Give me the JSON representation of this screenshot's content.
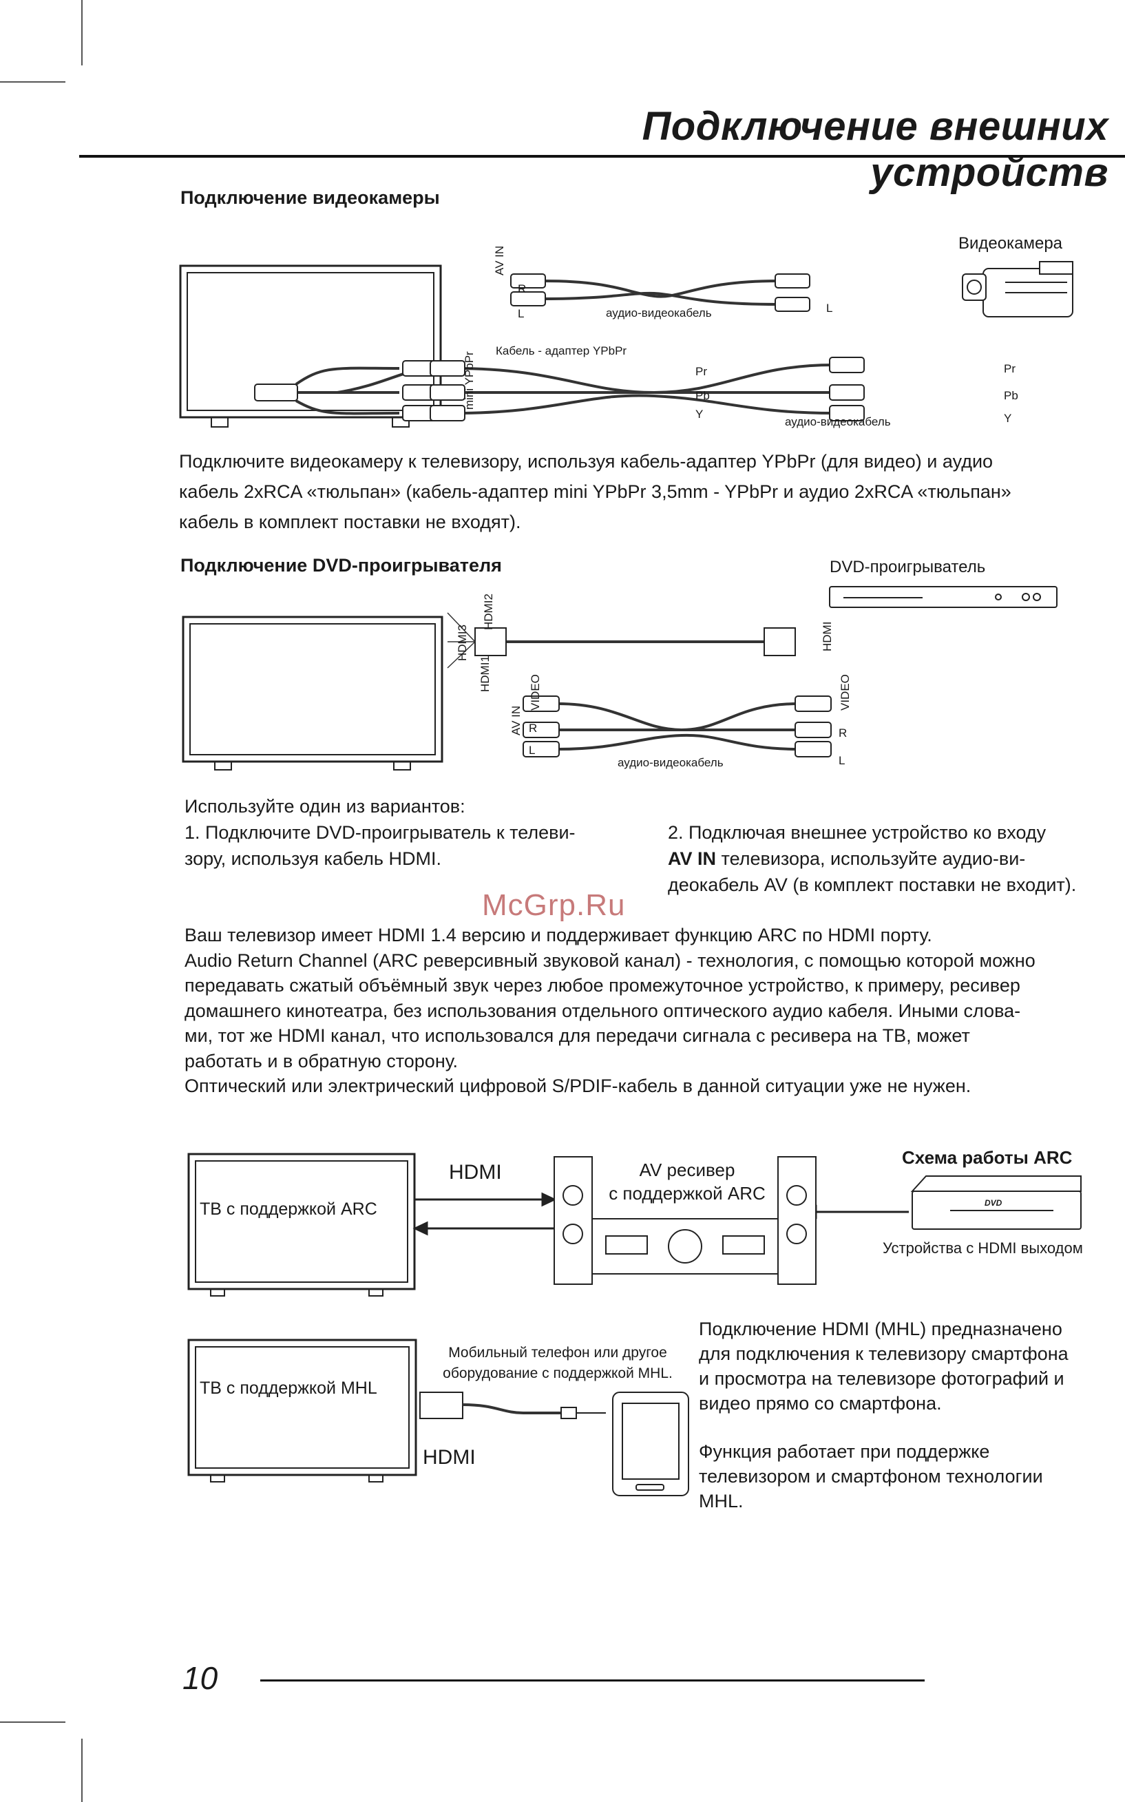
{
  "header": {
    "title": "Подключение внешних устройств"
  },
  "camcorder": {
    "heading": "Подключение видеокамеры",
    "device_label": "Видеокамера",
    "labels": {
      "av_in": "AV IN",
      "l": "L",
      "r": "R",
      "audio_cable": "аудио-видеокабель",
      "adapter": "Кабель - адаптер YPbPr",
      "mini": "mini YPbPr",
      "pr": "Pr",
      "pb": "Pb",
      "y": "Y",
      "audio_cable2": "аудио-видеокабель"
    },
    "paragraph": [
      "Подключите видеокамеру к телевизору, используя кабель-адаптер YPbPr (для видео) и аудио",
      "кабель 2xRCA «тюльпан» (кабель-адаптер mini YPbPr 3,5mm - YPbPr и аудио 2xRCA «тюльпан»",
      "кабель в комплект поставки не входят)."
    ]
  },
  "dvd": {
    "heading": "Подключение DVD-проигрывателя",
    "device_label": "DVD-проигрыватель",
    "labels": {
      "hdmi1": "HDMI1",
      "hdmi2": "HDMI2",
      "hdmi3": "HDMI3",
      "hdmi": "HDMI",
      "av_in": "AV IN",
      "l": "L",
      "r": "R",
      "video": "VIDEO",
      "audio_cable": "аудио-видеокабель"
    },
    "intro": "Используйте один из вариантов:",
    "option1": [
      "1.   Подключите DVD-проигрыватель к телеви-",
      "зору, используя кабель HDMI."
    ],
    "option2_a": "2. Подключая внешнее устройство ко входу",
    "option2_bold": "AV IN",
    "option2_b": " телевизора, используйте аудио-ви-",
    "option2_c": "деокабель AV (в комплект поставки не входит)."
  },
  "watermark": "McGrp.Ru",
  "arc_text": [
    "Ваш телевизор имеет HDMI 1.4 версию  и поддерживает функцию ARC по HDMI порту.",
    "Audio Return Channel (ARC реверсивный звуковой канал) - технология, с помощью которой можно",
    "передавать сжатый объёмный звук через любое промежуточное устройство, к примеру, ресивер",
    "домашнего кинотеатра, без использования отдельного оптического аудио кабеля. Иными слова-",
    "ми, тот же HDMI канал, что использовался для передачи сигнала с ресивера на ТВ, может",
    "работать и в обратную сторону.",
    "Оптический или электрический цифровой S/PDIF-кабель в данной ситуации уже не нужен."
  ],
  "arc_diagram": {
    "tv_label": "ТВ с поддержкой ARC",
    "hdmi": "HDMI",
    "receiver_1": "AV ресивер",
    "receiver_2": "с поддержкой ARC",
    "scheme_title": "Схема работы ARC",
    "source_label": "Устройства с HDMI выходом",
    "dvd_logo": "DVD"
  },
  "mhl_diagram": {
    "tv_label": "ТВ с поддержкой MHL",
    "phone_1": "Мобильный телефон или другое",
    "phone_2": "оборудование с поддержкой MHL.",
    "hdmi": "HDMI",
    "desc1": [
      "Подключение HDMI (MHL) предназначено",
      "для подключения к телевизору смартфона",
      "и просмотра на телевизоре фотографий и",
      "видео прямо со смартфона."
    ],
    "desc2": [
      "Функция работает при поддержке",
      "телевизором и смартфоном технологии",
      "MHL."
    ]
  },
  "footer": {
    "page_number": "10"
  }
}
